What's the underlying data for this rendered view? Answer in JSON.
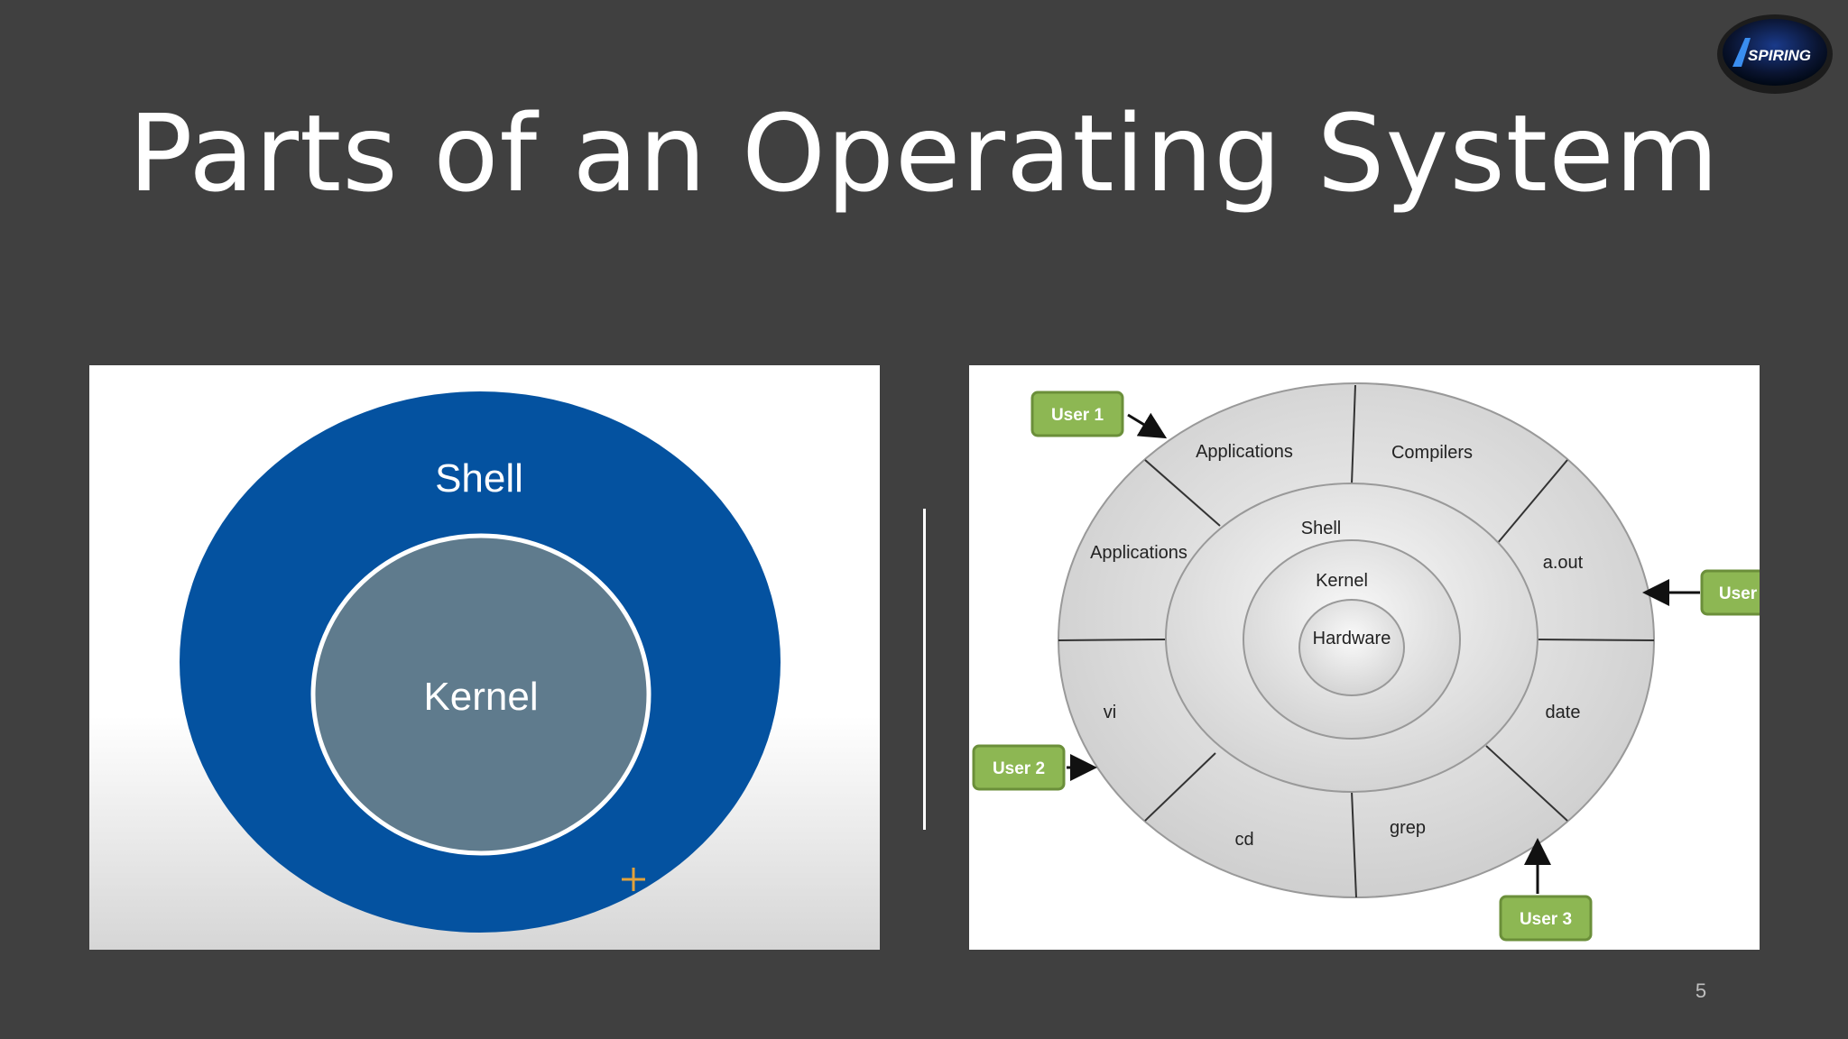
{
  "slide": {
    "title": "Parts of an Operating System",
    "page_number": "5",
    "logo_text": "SPIRING"
  },
  "left_diagram": {
    "outer_label": "Shell",
    "inner_label": "Kernel",
    "colors": {
      "shell": "#0452a0",
      "kernel": "#5f7b8d",
      "cursor": "#e3a23c"
    }
  },
  "right_diagram": {
    "center": "Hardware",
    "ring_kernel": "Kernel",
    "ring_shell": "Shell",
    "segments": [
      "Applications",
      "Compilers",
      "a.out",
      "date",
      "grep",
      "cd",
      "vi",
      "Applications"
    ],
    "users": [
      "User 1",
      "User 2",
      "User 3",
      "User"
    ],
    "colors": {
      "user_box": "#8db753",
      "user_border": "#6b8f3a",
      "disk": "#dcdcdc"
    }
  }
}
